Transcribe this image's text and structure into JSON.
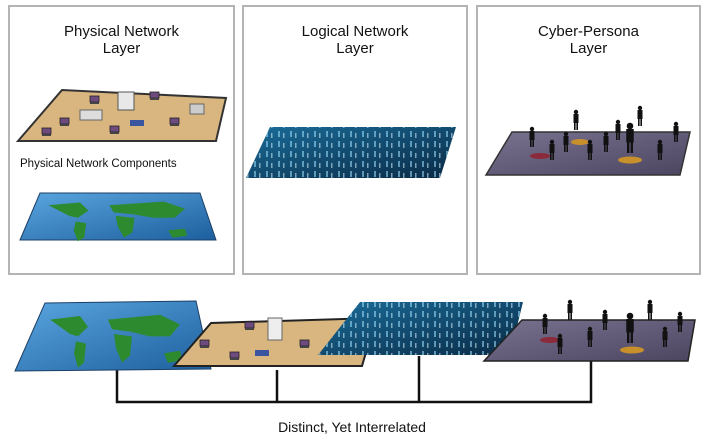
{
  "panels": [
    {
      "title_line1": "Physical Network",
      "title_line2": "Layer",
      "caption": "Physical Network Components"
    },
    {
      "title_line1": "Logical Network",
      "title_line2": "Layer"
    },
    {
      "title_line1": "Cyber-Persona",
      "title_line2": "Layer"
    }
  ],
  "footer": "Distinct, Yet Interrelated",
  "colors": {
    "map_sea": "#2f7fc4",
    "land": "#2e8a2e",
    "desk": "#d9b57f",
    "binary": "#0f3f63",
    "persona": "#5f5873",
    "border": "#b4b4b4"
  }
}
